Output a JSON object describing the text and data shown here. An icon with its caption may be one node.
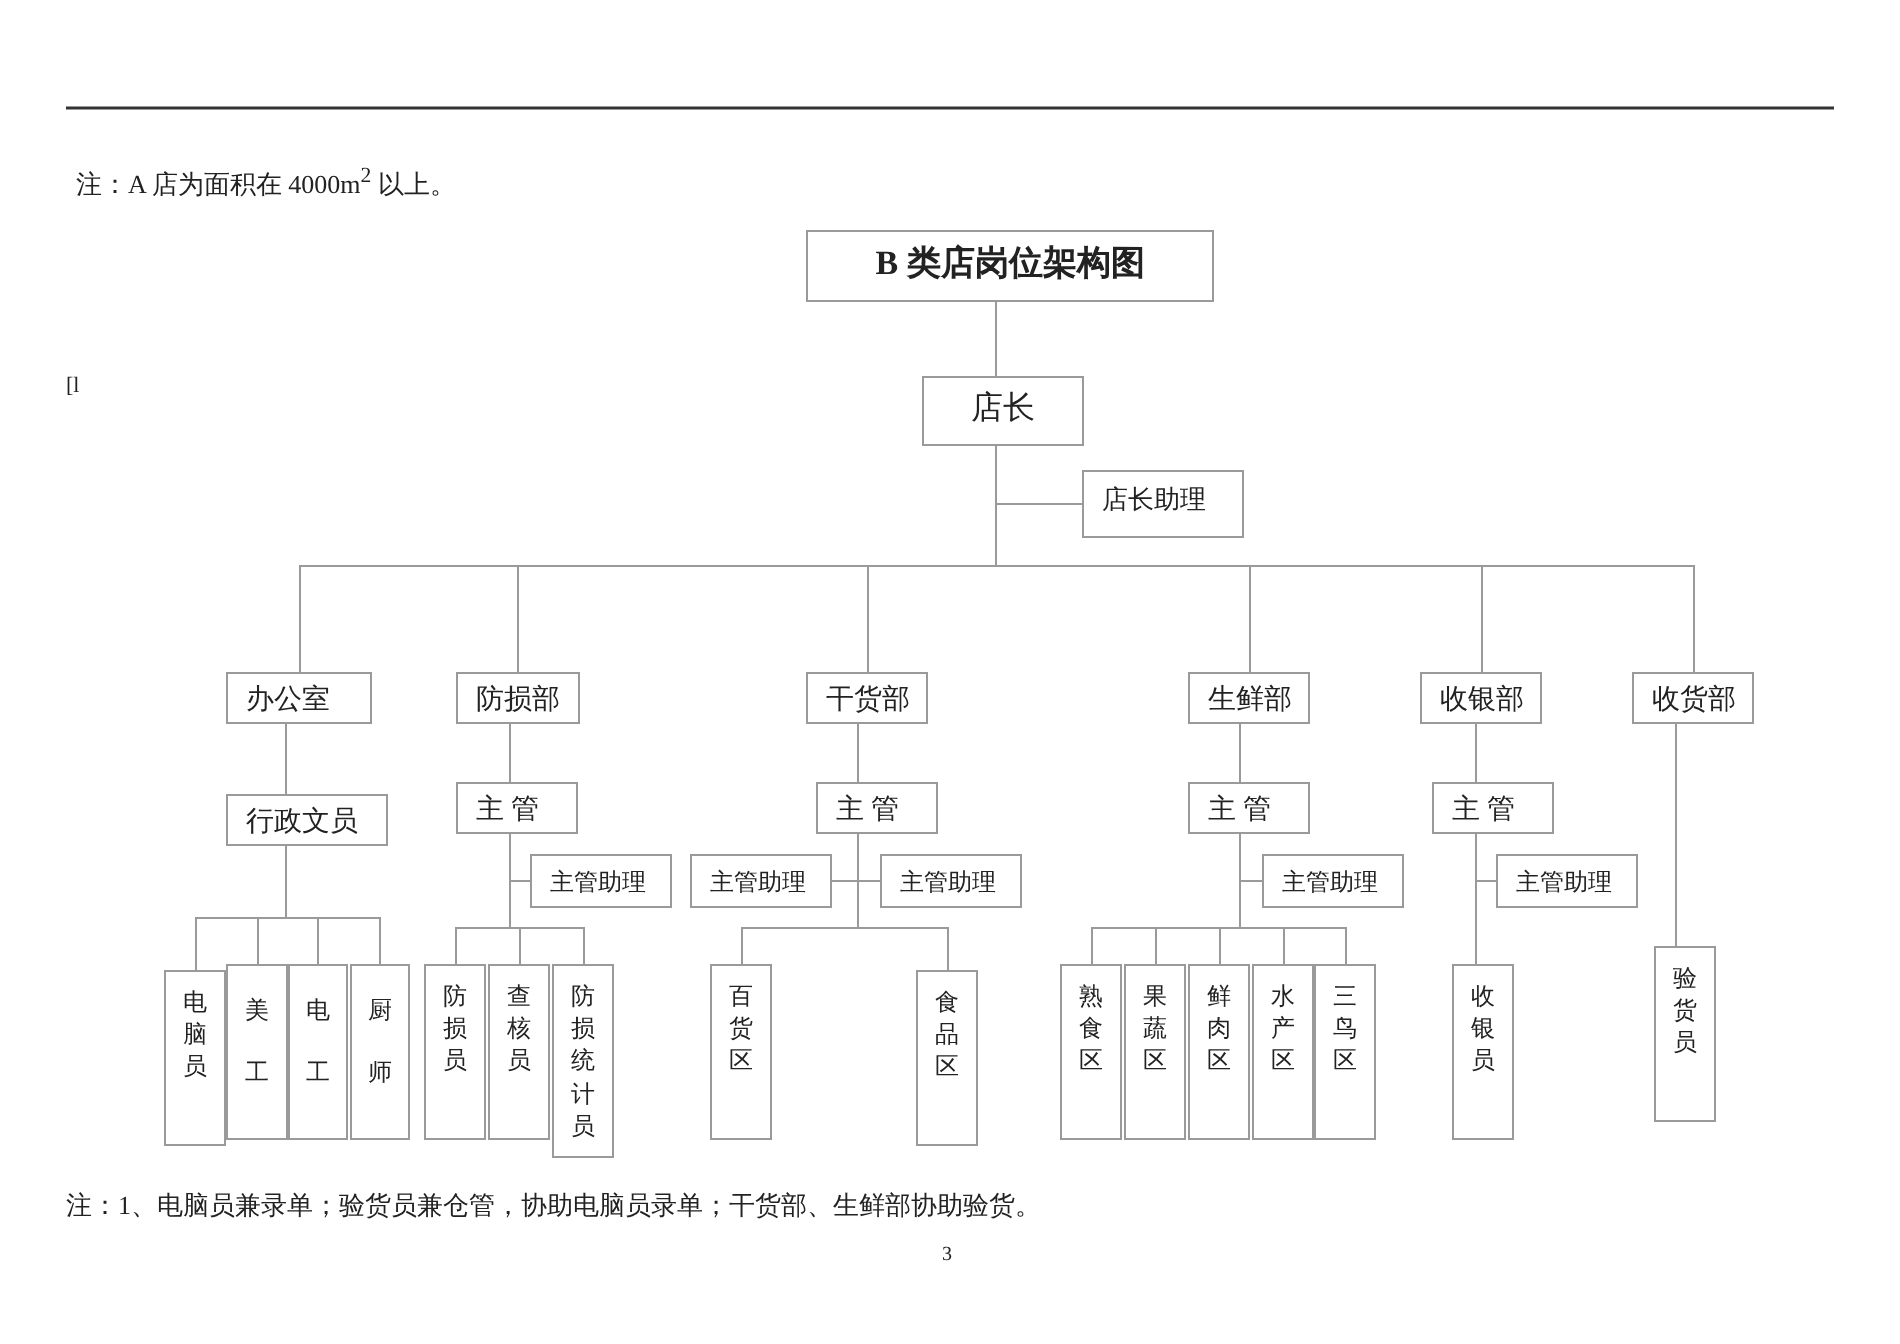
{
  "diagram": {
    "nodes": [
      {
        "text": [
          "B 类店岗位架构图"
        ]
      },
      {
        "text": [
          "店长"
        ]
      },
      {
        "text": [
          "店长助理"
        ]
      },
      {
        "text": [
          "办公室"
        ]
      },
      {
        "text": [
          "防损部"
        ]
      },
      {
        "text": [
          "干货部"
        ]
      },
      {
        "text": [
          "生鲜部"
        ]
      },
      {
        "text": [
          "收银部"
        ]
      },
      {
        "text": [
          "收货部"
        ]
      },
      {
        "text": [
          "行政文员"
        ]
      },
      {
        "text": [
          "主 管"
        ]
      },
      {
        "text": [
          "主 管"
        ]
      },
      {
        "text": [
          "主 管"
        ]
      },
      {
        "text": [
          "主 管"
        ]
      },
      {
        "text": [
          "主管助理"
        ]
      },
      {
        "text": [
          "主管助理"
        ]
      },
      {
        "text": [
          "主管助理"
        ]
      },
      {
        "text": [
          "主管助理"
        ]
      },
      {
        "text": [
          "主管助理"
        ]
      },
      {
        "text": [
          "电脑员"
        ]
      },
      {
        "text": [
          "美工"
        ]
      },
      {
        "text": [
          "电工"
        ]
      },
      {
        "text": [
          "厨师"
        ]
      },
      {
        "text": [
          "防损员"
        ]
      },
      {
        "text": [
          "查核员"
        ]
      },
      {
        "text": [
          "防损统计员"
        ]
      },
      {
        "text": [
          "百货区"
        ]
      },
      {
        "text": [
          "食品区"
        ]
      },
      {
        "text": [
          "熟食区"
        ]
      },
      {
        "text": [
          "果蔬区"
        ]
      },
      {
        "text": [
          "鲜肉区"
        ]
      },
      {
        "text": [
          "水产区"
        ]
      },
      {
        "text": [
          "三鸟区"
        ]
      },
      {
        "text": [
          "收银员"
        ]
      },
      {
        "text": [
          "验货员"
        ]
      }
    ],
    "edges": [
      {
        "from": 0,
        "to": 1,
        "arrow": "none"
      },
      {
        "from": 1,
        "to": 2,
        "arrow": "none"
      },
      {
        "from": 1,
        "to": 3,
        "arrow": "none"
      },
      {
        "from": 1,
        "to": 4,
        "arrow": "none"
      },
      {
        "from": 1,
        "to": 5,
        "arrow": "none"
      },
      {
        "from": 1,
        "to": 6,
        "arrow": "none"
      },
      {
        "from": 1,
        "to": 7,
        "arrow": "none"
      },
      {
        "from": 1,
        "to": 8,
        "arrow": "none"
      },
      {
        "from": 3,
        "to": 9,
        "arrow": "none"
      },
      {
        "from": 4,
        "to": 10,
        "arrow": "none"
      },
      {
        "from": 5,
        "to": 11,
        "arrow": "none"
      },
      {
        "from": 6,
        "to": 12,
        "arrow": "none"
      },
      {
        "from": 7,
        "to": 13,
        "arrow": "none"
      },
      {
        "from": 10,
        "to": 14,
        "arrow": "none"
      },
      {
        "from": 11,
        "to": 15,
        "arrow": "none"
      },
      {
        "from": 11,
        "to": 16,
        "arrow": "none"
      },
      {
        "from": 12,
        "to": 17,
        "arrow": "none"
      },
      {
        "from": 13,
        "to": 18,
        "arrow": "none"
      },
      {
        "from": 9,
        "to": 19,
        "arrow": "none"
      },
      {
        "from": 9,
        "to": 20,
        "arrow": "none"
      },
      {
        "from": 9,
        "to": 21,
        "arrow": "none"
      },
      {
        "from": 9,
        "to": 22,
        "arrow": "none"
      },
      {
        "from": 10,
        "to": 23,
        "arrow": "none"
      },
      {
        "from": 10,
        "to": 24,
        "arrow": "none"
      },
      {
        "from": 10,
        "to": 25,
        "arrow": "none"
      },
      {
        "from": 11,
        "to": 26,
        "arrow": "none"
      },
      {
        "from": 11,
        "to": 27,
        "arrow": "none"
      },
      {
        "from": 12,
        "to": 28,
        "arrow": "none"
      },
      {
        "from": 12,
        "to": 29,
        "arrow": "none"
      },
      {
        "from": 12,
        "to": 30,
        "arrow": "none"
      },
      {
        "from": 12,
        "to": 31,
        "arrow": "none"
      },
      {
        "from": 12,
        "to": 32,
        "arrow": "none"
      },
      {
        "from": 13,
        "to": 33,
        "arrow": "none"
      },
      {
        "from": 8,
        "to": 34,
        "arrow": "none"
      }
    ],
    "labels": [
      "注：A 店为面积在 4000m$^{2}$ 以上。",
      "[l",
      "注：1、电脑员兼录单；验货员兼仓管，协助电脑员录单；干货部、生鲜部协助验货。",
      "3"
    ]
  }
}
